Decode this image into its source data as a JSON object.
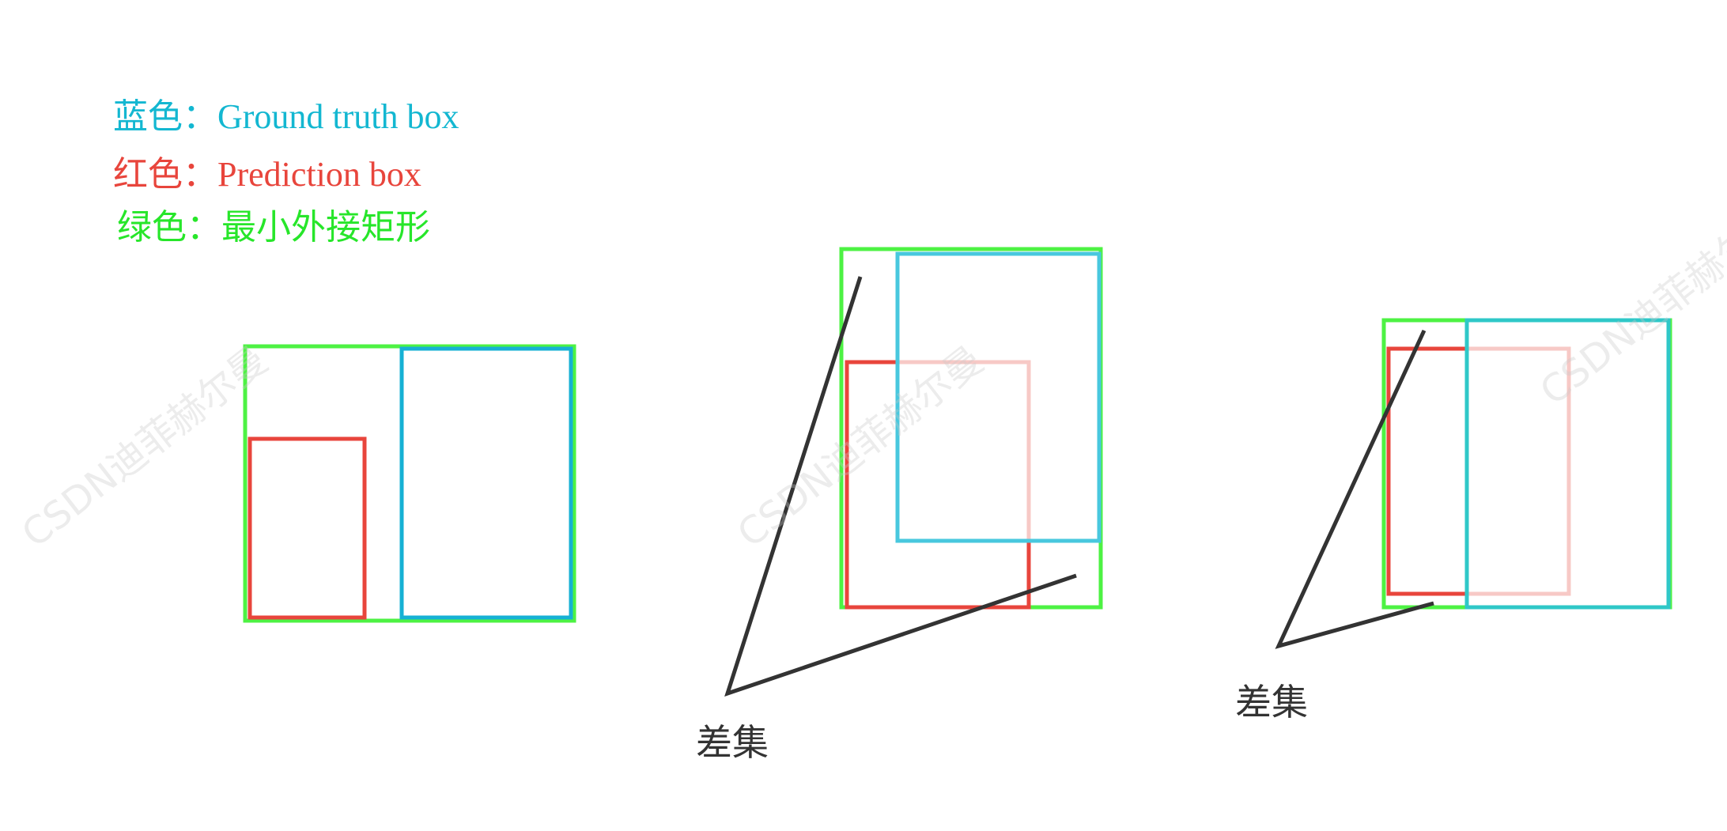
{
  "legend": {
    "blue": {
      "label": "蓝色：",
      "text": "Ground truth box",
      "color": "#13b7d1"
    },
    "red": {
      "label": "红色：",
      "text": "Prediction box",
      "color": "#e8453c"
    },
    "green": {
      "label": "绿色：",
      "text": "最小外接矩形",
      "color": "#27e62a"
    }
  },
  "diff_labels": [
    "差集",
    "差集"
  ],
  "watermark": "CSDN迪菲赫尔曼",
  "colors": {
    "enclosing_box": "#4df243",
    "ground_truth_box_opaque": "#16b1d4",
    "ground_truth_box_light": "#48c8de",
    "ground_truth_box_teal": "#2fc8c8",
    "prediction_box": "#e8453c",
    "prediction_box_faded": "#f7c9c6",
    "pointer_line": "#333333"
  },
  "examples": [
    {
      "name": "separated-boxes"
    },
    {
      "name": "overlapping-boxes"
    },
    {
      "name": "side-overlap-boxes"
    }
  ]
}
